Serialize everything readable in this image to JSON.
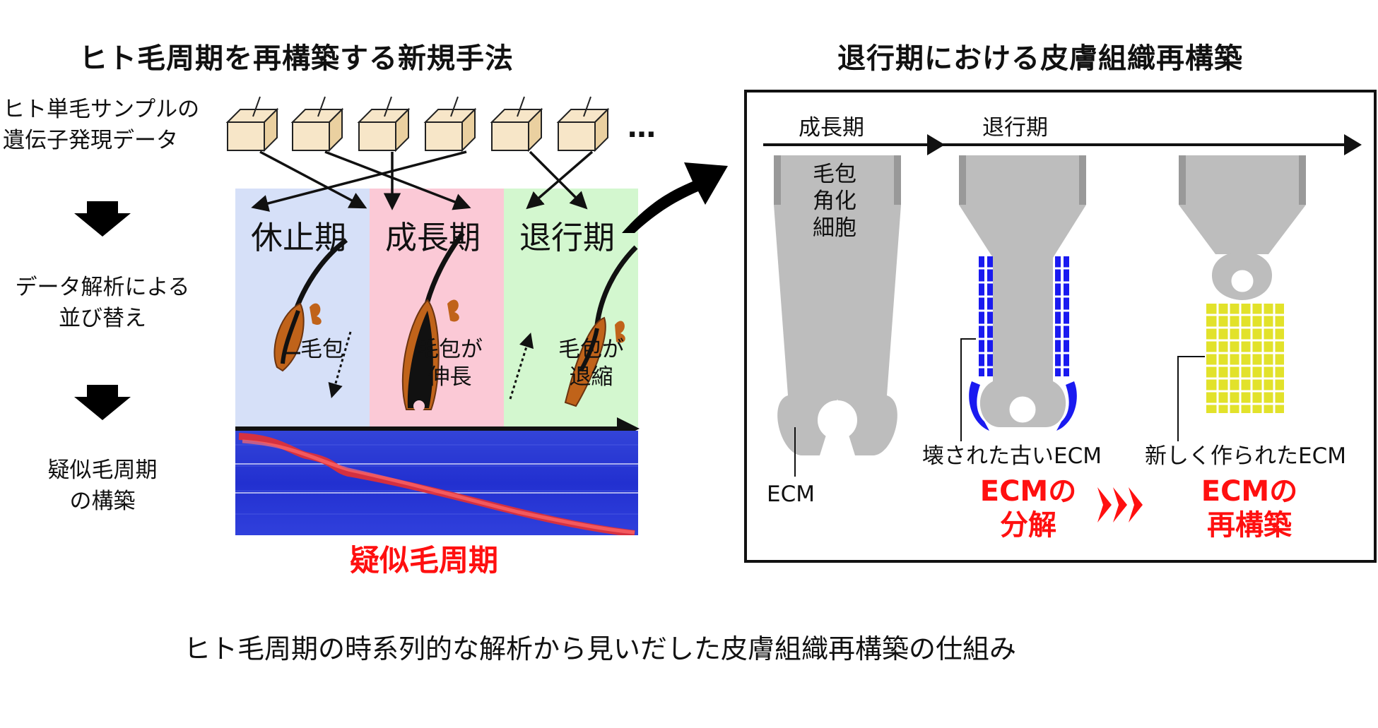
{
  "left": {
    "title": "ヒト毛周期を再構築する新規手法",
    "steps": [
      {
        "line1": "ヒト単毛サンプルの",
        "line2": "遺伝子発現データ"
      },
      {
        "line1": "データ解析による",
        "line2": "並び替え"
      },
      {
        "line1": "疑似毛周期",
        "line2": "の構築"
      }
    ],
    "ellipsis": "…",
    "phases": [
      "休止期",
      "成長期",
      "退行期"
    ],
    "labels": {
      "follicle": "毛包",
      "grow_1": "毛包が",
      "grow_2": "伸長",
      "shrink_1": "毛包が",
      "shrink_2": "退縮"
    },
    "pseudo_cycle": "疑似毛周期"
  },
  "right": {
    "title": "退行期における皮膚組織再構築",
    "stage_growth": "成長期",
    "stage_regression": "退行期",
    "cell_label": [
      "毛包",
      "角化",
      "細胞"
    ],
    "ecm": "ECM",
    "broken_ecm": "壊された古いECM",
    "new_ecm": "新しく作られたECM",
    "degrade_1": "ECMの",
    "degrade_2": "分解",
    "rebuild_1": "ECMの",
    "rebuild_2": "再構築"
  },
  "caption": "ヒト毛周期の時系列的な解析から見いだした皮膚組織再構築の仕組み",
  "colors": {
    "rest_bg": "#d6e0f8",
    "growth_bg": "#fbc9d6",
    "regress_bg": "#d3f7cf",
    "hair_brown": "#c0631a",
    "ecm_blue": "#1a1af0",
    "ecm_yellow": "#e2e22a",
    "follicle_gray": "#bdbdbd",
    "accent_red": "#ff1010"
  }
}
